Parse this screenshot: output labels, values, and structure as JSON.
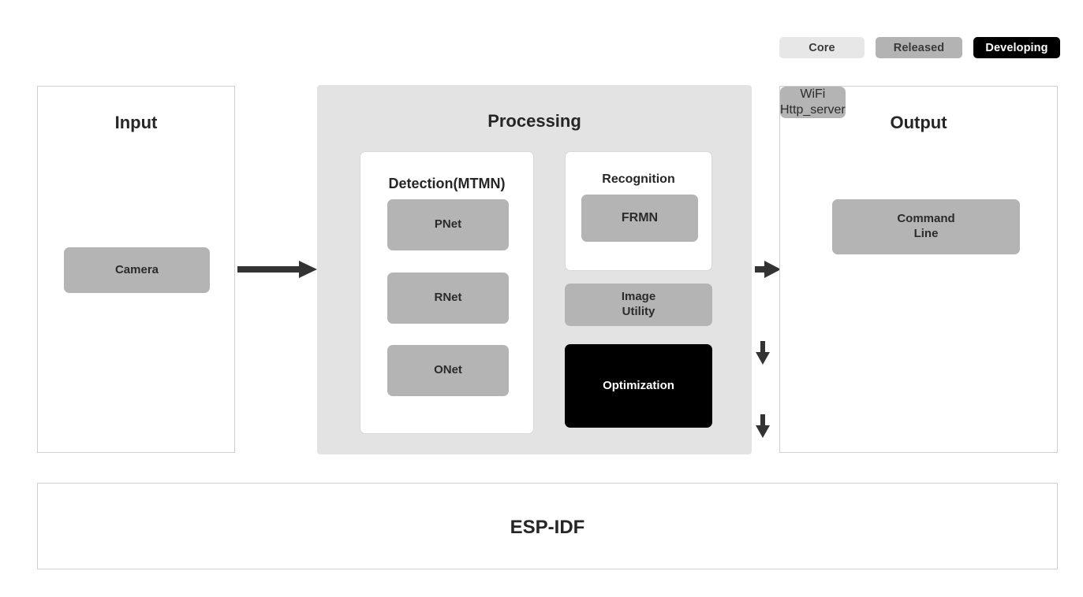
{
  "legend": {
    "items": [
      {
        "label": "Core",
        "color": "#e7e7e7",
        "text_color": "#3a3a3a"
      },
      {
        "label": "Released",
        "color": "#b3b3b3",
        "text_color": "#3a3a3a"
      },
      {
        "label": "Developing",
        "color": "#000000",
        "text_color": "#ffffff"
      }
    ]
  },
  "panels": {
    "input": {
      "title": "Input",
      "nodes": [
        {
          "label": "Camera",
          "status": "Released"
        }
      ]
    },
    "processing": {
      "title": "Processing",
      "detection": {
        "title": "Detection(MTMN)",
        "nodes": [
          {
            "label": "PNet",
            "status": "Released"
          },
          {
            "label": "RNet",
            "status": "Released"
          },
          {
            "label": "ONet",
            "status": "Released"
          }
        ]
      },
      "recognition": {
        "title": "Recognition",
        "nodes": [
          {
            "label": "FRMN",
            "status": "Released"
          }
        ]
      },
      "extra_nodes": [
        {
          "label": "Image\nUtility",
          "status": "Released"
        },
        {
          "label": "Optimization",
          "status": "Developing"
        }
      ]
    },
    "output": {
      "title": "Output",
      "nodes": [
        {
          "label": "Command\nLine",
          "status": "Released"
        },
        {
          "label": "WiFi\nHttp_server",
          "status": "Released"
        }
      ]
    },
    "foundation": {
      "title": "ESP-IDF"
    }
  },
  "arrows": [
    {
      "name": "input-to-processing",
      "direction": "right"
    },
    {
      "name": "processing-to-output",
      "direction": "right"
    },
    {
      "name": "pnet-to-rnet",
      "direction": "down"
    },
    {
      "name": "rnet-to-onet",
      "direction": "down"
    }
  ],
  "colors": {
    "core": "#e7e7e7",
    "released": "#b4b4b4",
    "developing": "#000000",
    "panel_background": "#e3e3e3",
    "panel_border": "#cfcfcf",
    "text": "#262626",
    "arrow": "#333333"
  }
}
